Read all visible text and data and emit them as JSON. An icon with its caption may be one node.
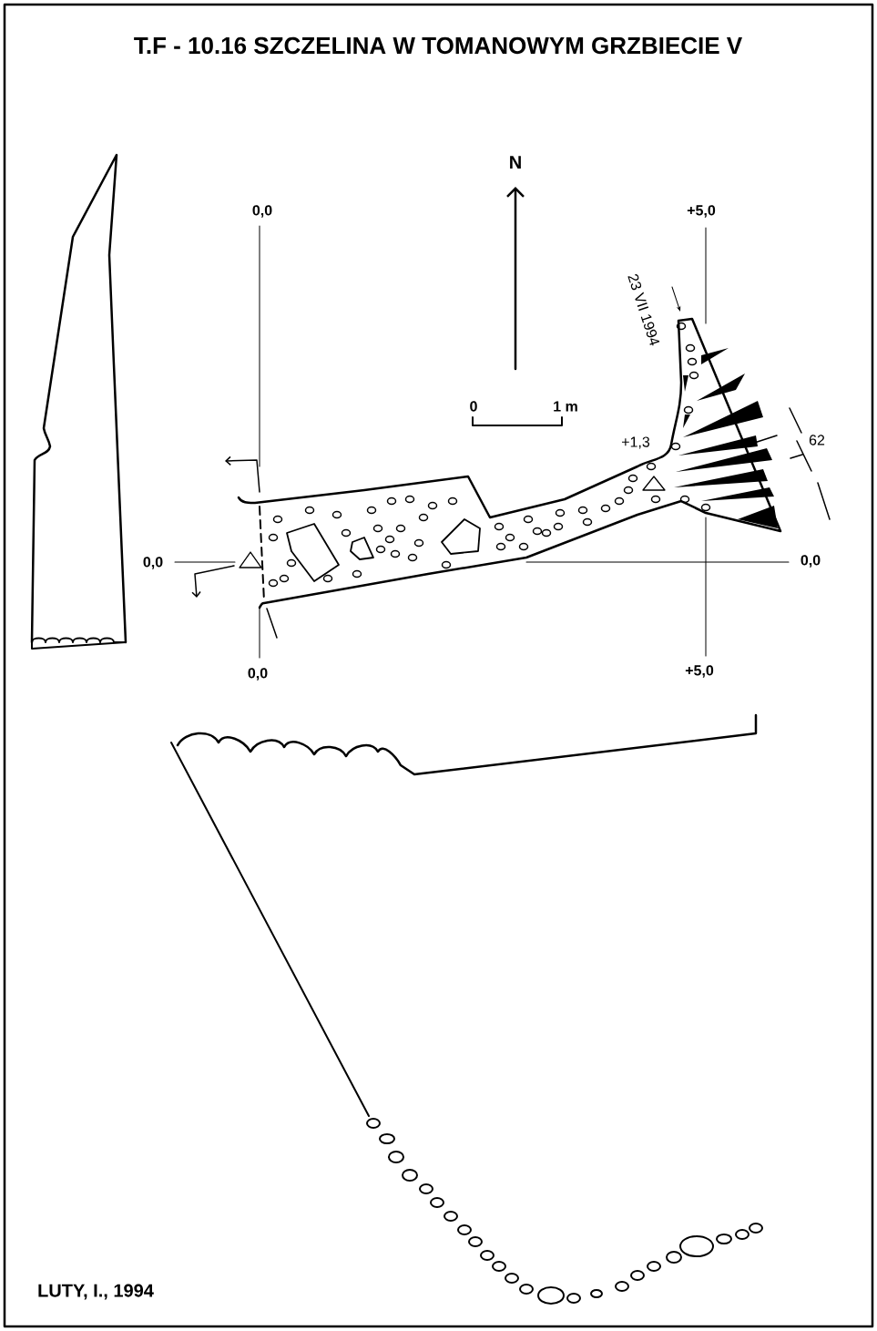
{
  "diagram": {
    "title": "T.F - 10.16  SZCZELINA W TOMANOWYM GRZBIECIE V",
    "labels": [
      "N",
      "0,0",
      "+5,0",
      "23 VII 1994",
      "0",
      "1 m",
      "+1,3",
      "62",
      "0,0",
      "0,0",
      "0,0",
      "+5,0",
      "LUTY, I., 1994"
    ]
  }
}
